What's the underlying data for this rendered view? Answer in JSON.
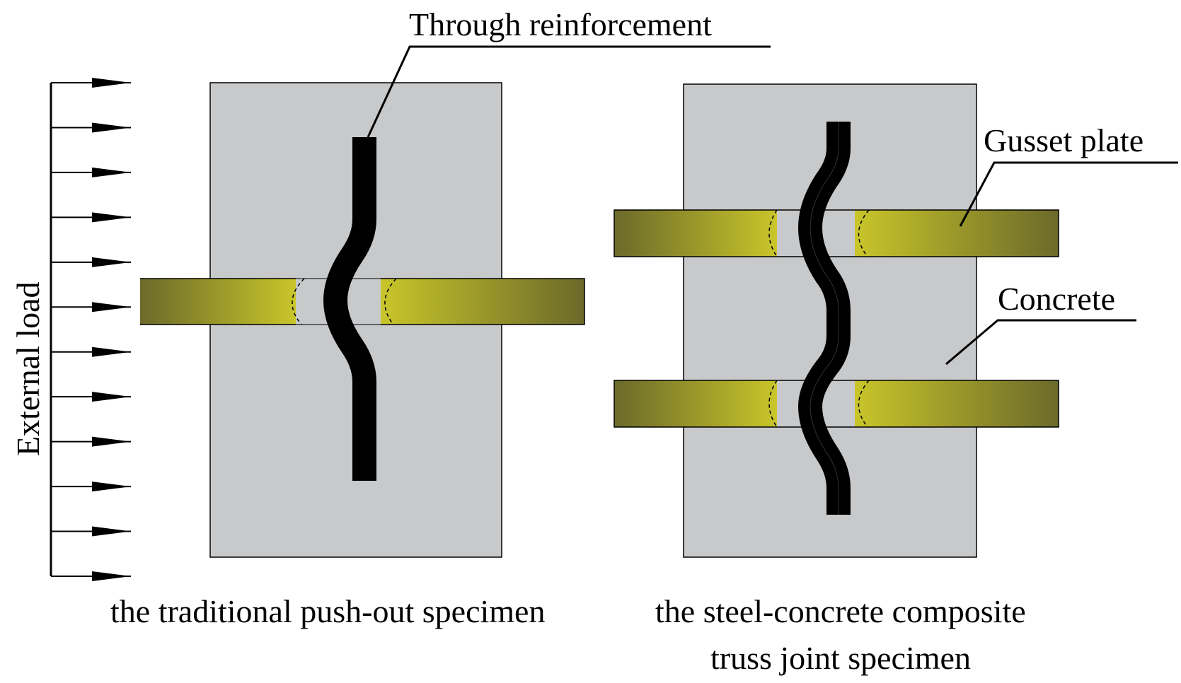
{
  "labels": {
    "through_reinforcement": "Through reinforcement",
    "gusset_plate": "Gusset plate",
    "concrete": "Concrete",
    "external_load": "External load",
    "caption_left": "the traditional push-out specimen",
    "caption_right_line1": "the steel-concrete composite",
    "caption_right_line2": "truss joint specimen"
  },
  "colors": {
    "concrete": "#c8c9cb",
    "gusset_light": "#c9c52a",
    "gusset_dark": "#6b6a2a",
    "reinforcement": "#000000"
  },
  "external_load_arrow_count": 12
}
